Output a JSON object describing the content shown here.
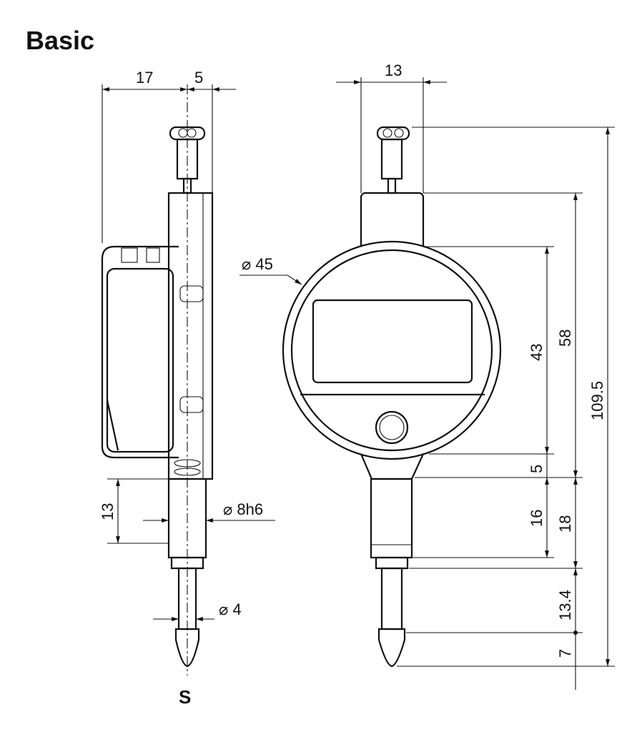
{
  "title": "Basic",
  "side_view": {
    "label": "S",
    "dims": {
      "top_left": "17",
      "top_right": "5",
      "stem_length": "13",
      "stem_diameter": "⌀ 8h6",
      "spindle_diameter": "⌀ 4"
    }
  },
  "front_view": {
    "dims": {
      "cap_width": "13",
      "dial_diameter": "⌀ 45",
      "body_height": "43",
      "height_58": "58",
      "total_height": "109.5",
      "neck": "5",
      "stem_16": "16",
      "stem_18": "18",
      "spindle_13_4": "13.4",
      "tip_7": "7"
    }
  }
}
